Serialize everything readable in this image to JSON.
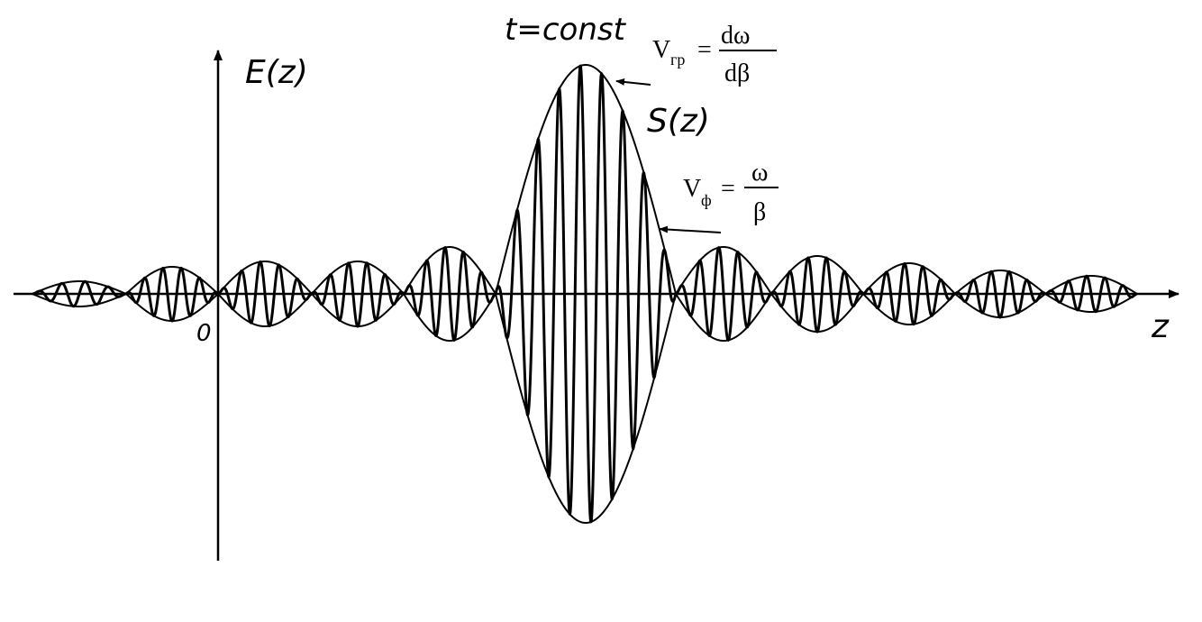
{
  "diagram": {
    "title": "t=const",
    "y_axis_label": "E(z)",
    "x_axis_label": "z",
    "origin_label": "0",
    "envelope_label": "S(z)",
    "group_velocity": {
      "symbol": "V",
      "subscript": "гр",
      "equals": "=",
      "numerator": "dω",
      "denominator": "dβ"
    },
    "phase_velocity": {
      "symbol": "V",
      "subscript": "ф",
      "equals": "=",
      "numerator": "ω",
      "denominator": "β"
    }
  },
  "colors": {
    "ink": "#000000",
    "background": "#ffffff"
  }
}
